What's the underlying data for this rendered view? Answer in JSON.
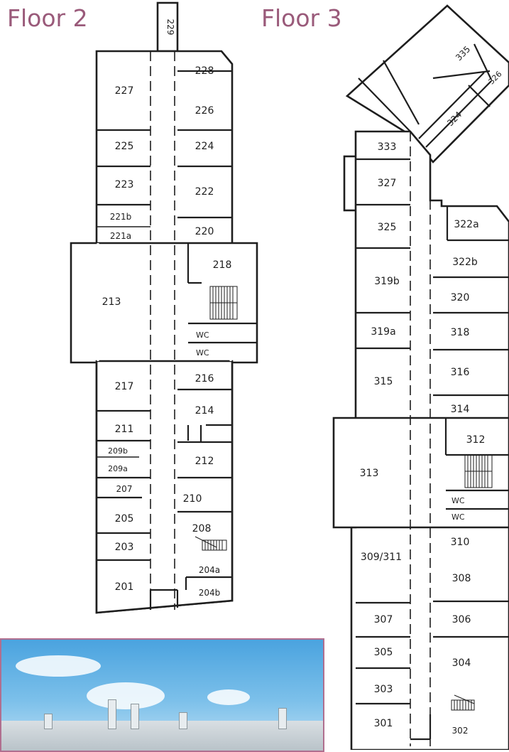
{
  "floor2": {
    "title": "Floor 2",
    "rooms": {
      "r229": "229",
      "r228": "228",
      "r227": "227",
      "r226": "226",
      "r225": "225",
      "r224": "224",
      "r223": "223",
      "r222": "222",
      "r221b": "221b",
      "r221a": "221a",
      "r220": "220",
      "r218": "218",
      "r213": "213",
      "wc1": "WC",
      "wc2": "WC",
      "r217": "217",
      "r216": "216",
      "r214": "214",
      "r211": "211",
      "r209b": "209b",
      "r209a": "209a",
      "r212": "212",
      "r207": "207",
      "r210": "210",
      "r205": "205",
      "r208": "208",
      "r203": "203",
      "r204a": "204a",
      "r201": "201",
      "r204b": "204b"
    }
  },
  "floor3": {
    "title": "Floor 3",
    "rooms": {
      "r335": "335",
      "r326": "326",
      "r324": "324",
      "r333": "333",
      "r327": "327",
      "r325": "325",
      "r322a": "322a",
      "r322b": "322b",
      "r319b": "319b",
      "r320": "320",
      "r319a": "319a",
      "r318": "318",
      "r316": "316",
      "r315": "315",
      "r314": "314",
      "r312": "312",
      "r313": "313",
      "wc1": "WC",
      "wc2": "WC",
      "r310": "310",
      "r309_311": "309/311",
      "r308": "308",
      "r307": "307",
      "r306": "306",
      "r305": "305",
      "r304": "304",
      "r303": "303",
      "r301": "301",
      "r302": "302"
    }
  },
  "colors": {
    "title": "#9a5a7a",
    "photo_border": "#b06f8f",
    "sky": "#4aa3df"
  }
}
